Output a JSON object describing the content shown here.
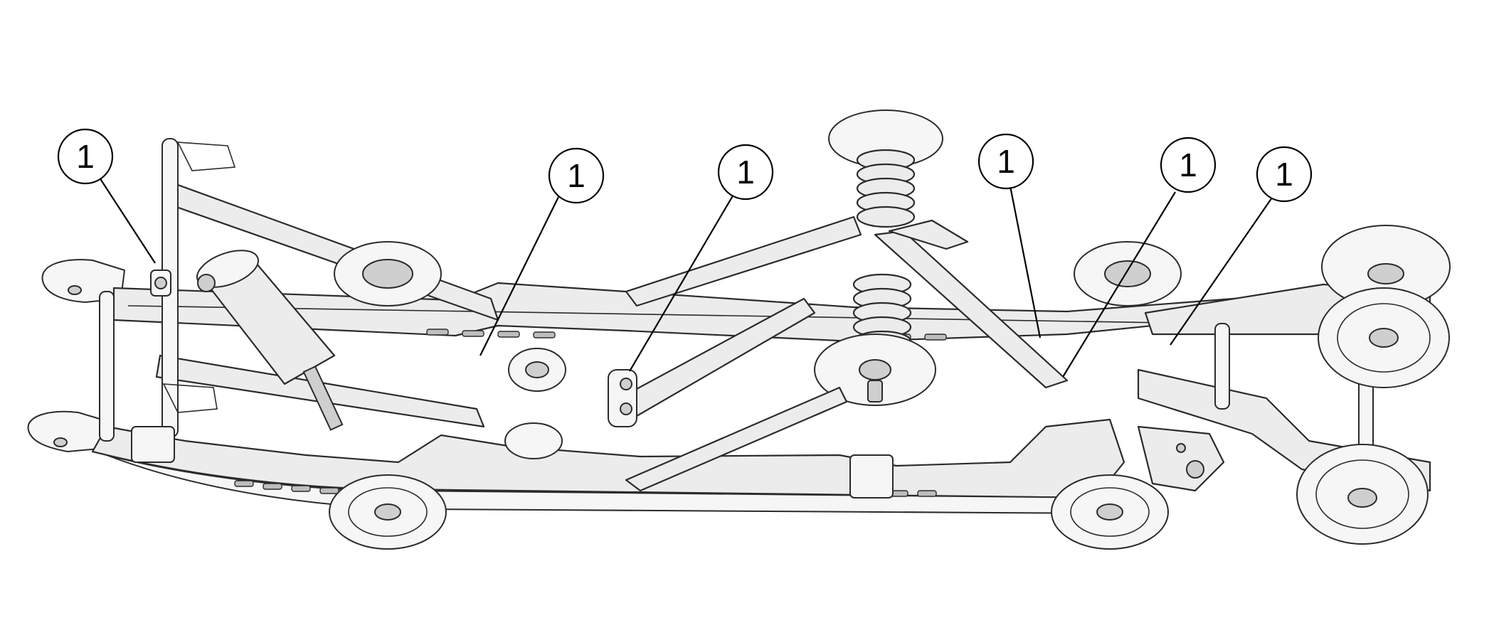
{
  "diagram": {
    "subject": "rear-suspension-assembly",
    "callouts": [
      {
        "id": "c1",
        "label": "1"
      },
      {
        "id": "c2",
        "label": "1"
      },
      {
        "id": "c3",
        "label": "1"
      },
      {
        "id": "c4",
        "label": "1"
      },
      {
        "id": "c5",
        "label": "1"
      },
      {
        "id": "c6",
        "label": "1"
      }
    ]
  }
}
